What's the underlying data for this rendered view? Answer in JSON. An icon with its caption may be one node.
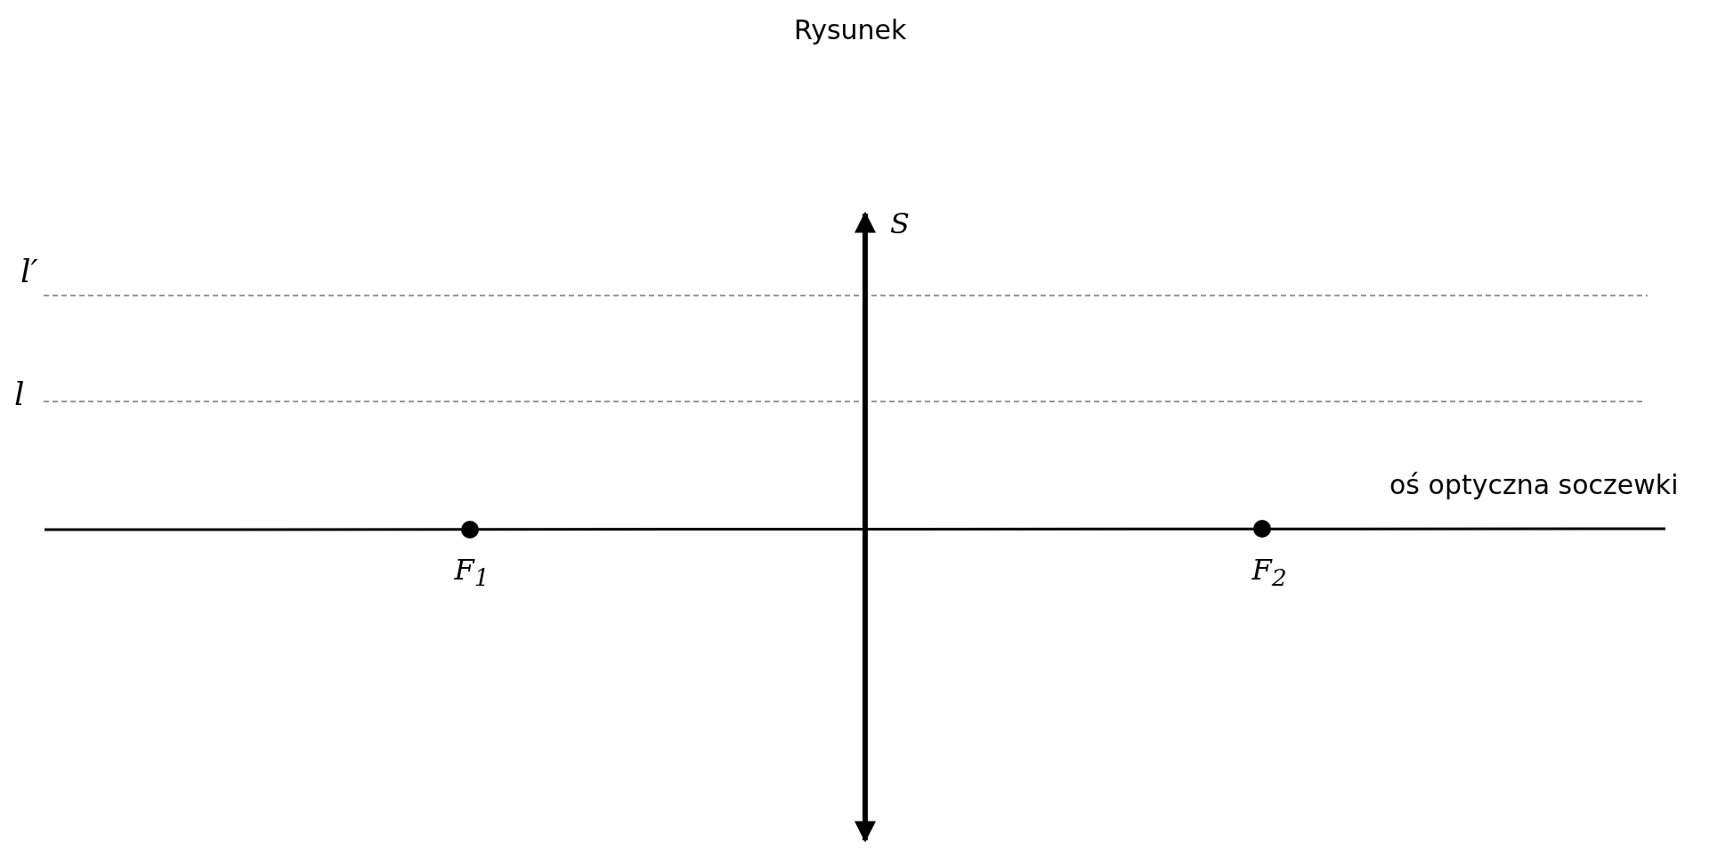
{
  "diagram": {
    "title": "Rysunek",
    "labels": [
      "S",
      "l′",
      "l",
      "oś optyczna soczewki",
      "F$_{1}$",
      "F$_{2}$"
    ]
  }
}
